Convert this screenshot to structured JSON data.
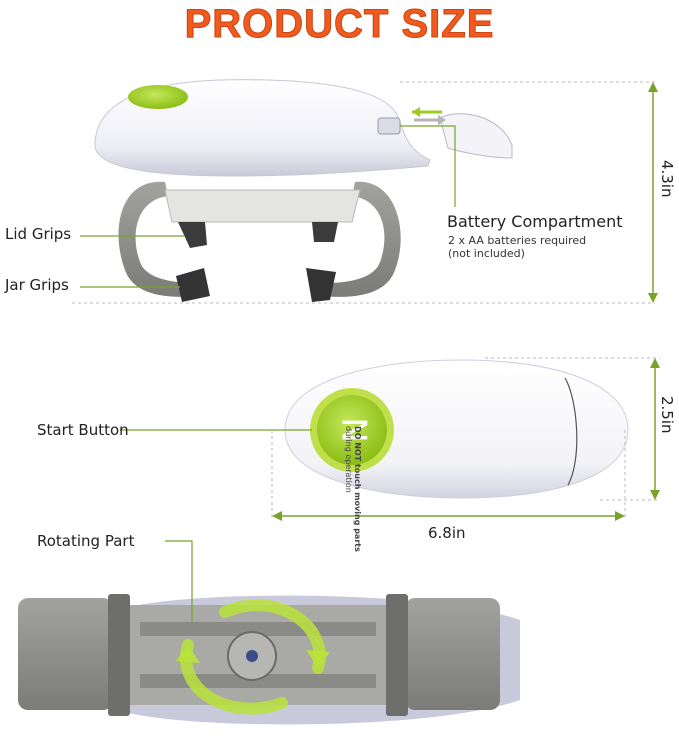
{
  "title": "PRODUCT SIZE",
  "callouts": {
    "lid_grips": "Lid Grips",
    "jar_grips": "Jar Grips",
    "battery_compartment": "Battery Compartment",
    "battery_note_1": "2 x AA batteries required",
    "battery_note_2": "(not included)",
    "start_button": "Start Button",
    "rotating_part": "Rotating Part"
  },
  "dimensions": {
    "height": "4.3in",
    "width": "2.5in",
    "length": "6.8in"
  },
  "device_text": {
    "warning_1": "DO NOT touch moving parts",
    "warning_2": "during operation"
  },
  "colors": {
    "title": "#f05a1e",
    "accent_green": "#9ccc1e",
    "guide_line": "#7aa22a",
    "body_white": "#f4f4f8",
    "grip_gray": "#8c8c8a"
  }
}
